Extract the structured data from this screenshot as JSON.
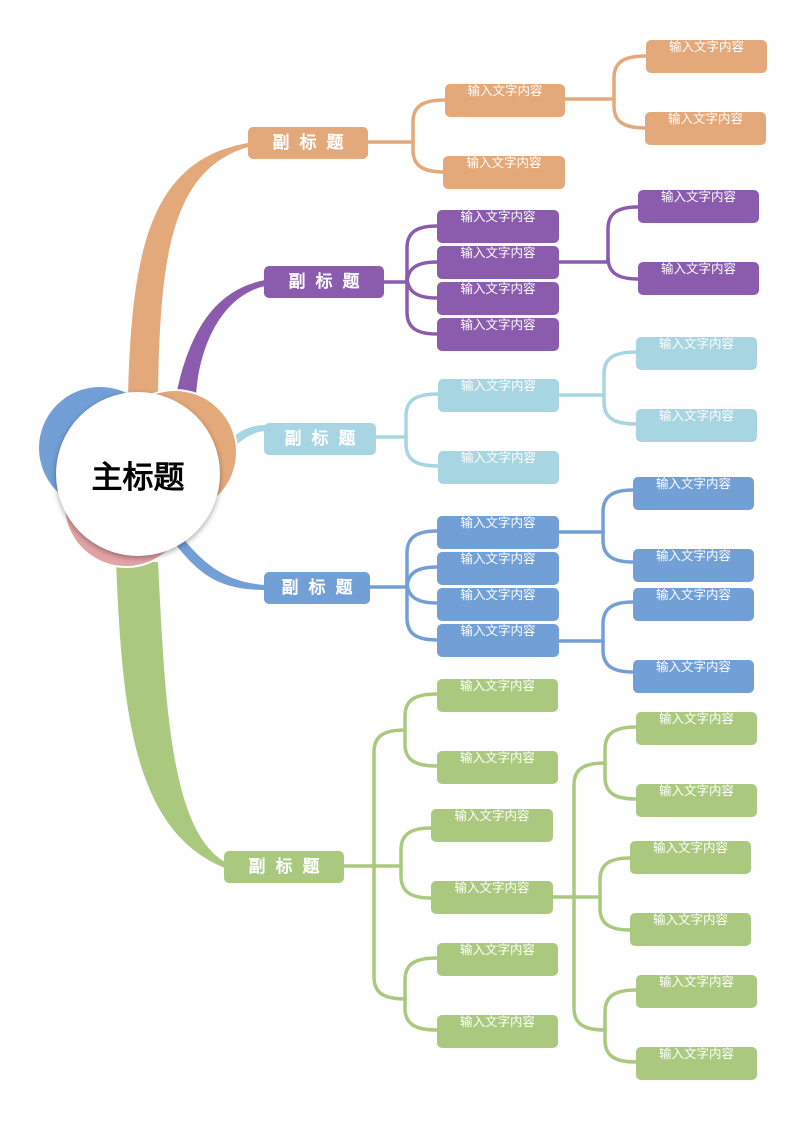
{
  "center": {
    "title": "主标题"
  },
  "colors": {
    "orange": "#E4A97A",
    "purple": "#8B5BAE",
    "lightblue": "#A8D5E2",
    "blue": "#739FD7",
    "green": "#AAC97E",
    "pink": "#E3A3A6"
  },
  "branches": [
    {
      "id": "orange",
      "label": "副标题",
      "color": "#E4A97A",
      "children": [
        {
          "label": "输入文字内容",
          "children": [
            {
              "label": "输入文字内容"
            },
            {
              "label": "输入文字内容"
            }
          ]
        },
        {
          "label": "输入文字内容"
        }
      ]
    },
    {
      "id": "purple",
      "label": "副标题",
      "color": "#8B5BAE",
      "children": [
        {
          "label": "输入文字内容"
        },
        {
          "label": "输入文字内容",
          "children": [
            {
              "label": "输入文字内容"
            },
            {
              "label": "输入文字内容"
            }
          ]
        },
        {
          "label": "输入文字内容"
        },
        {
          "label": "输入文字内容"
        }
      ]
    },
    {
      "id": "lightblue",
      "label": "副标题",
      "color": "#A8D5E2",
      "children": [
        {
          "label": "输入文字内容",
          "children": [
            {
              "label": "输入文字内容"
            },
            {
              "label": "输入文字内容"
            }
          ]
        },
        {
          "label": "输入文字内容"
        }
      ]
    },
    {
      "id": "blue",
      "label": "副标题",
      "color": "#739FD7",
      "children": [
        {
          "label": "输入文字内容",
          "children": [
            {
              "label": "输入文字内容"
            },
            {
              "label": "输入文字内容"
            }
          ]
        },
        {
          "label": "输入文字内容"
        },
        {
          "label": "输入文字内容"
        },
        {
          "label": "输入文字内容",
          "children": [
            {
              "label": "输入文字内容"
            },
            {
              "label": "输入文字内容"
            }
          ]
        }
      ]
    },
    {
      "id": "green",
      "label": "副标题",
      "color": "#AAC97E",
      "groups": [
        {
          "children": [
            {
              "label": "输入文字内容"
            },
            {
              "label": "输入文字内容"
            }
          ]
        },
        {
          "children": [
            {
              "label": "输入文字内容"
            },
            {
              "label": "输入文字内容",
              "children_groups": [
                {
                  "children": [
                    {
                      "label": "输入文字内容"
                    },
                    {
                      "label": "输入文字内容"
                    }
                  ]
                },
                {
                  "children": [
                    {
                      "label": "输入文字内容"
                    },
                    {
                      "label": "输入文字内容"
                    }
                  ]
                },
                {
                  "children": [
                    {
                      "label": "输入文字内容"
                    },
                    {
                      "label": "输入文字内容"
                    }
                  ]
                }
              ]
            }
          ]
        },
        {
          "children": [
            {
              "label": "输入文字内容"
            },
            {
              "label": "输入文字内容"
            }
          ]
        }
      ]
    }
  ]
}
